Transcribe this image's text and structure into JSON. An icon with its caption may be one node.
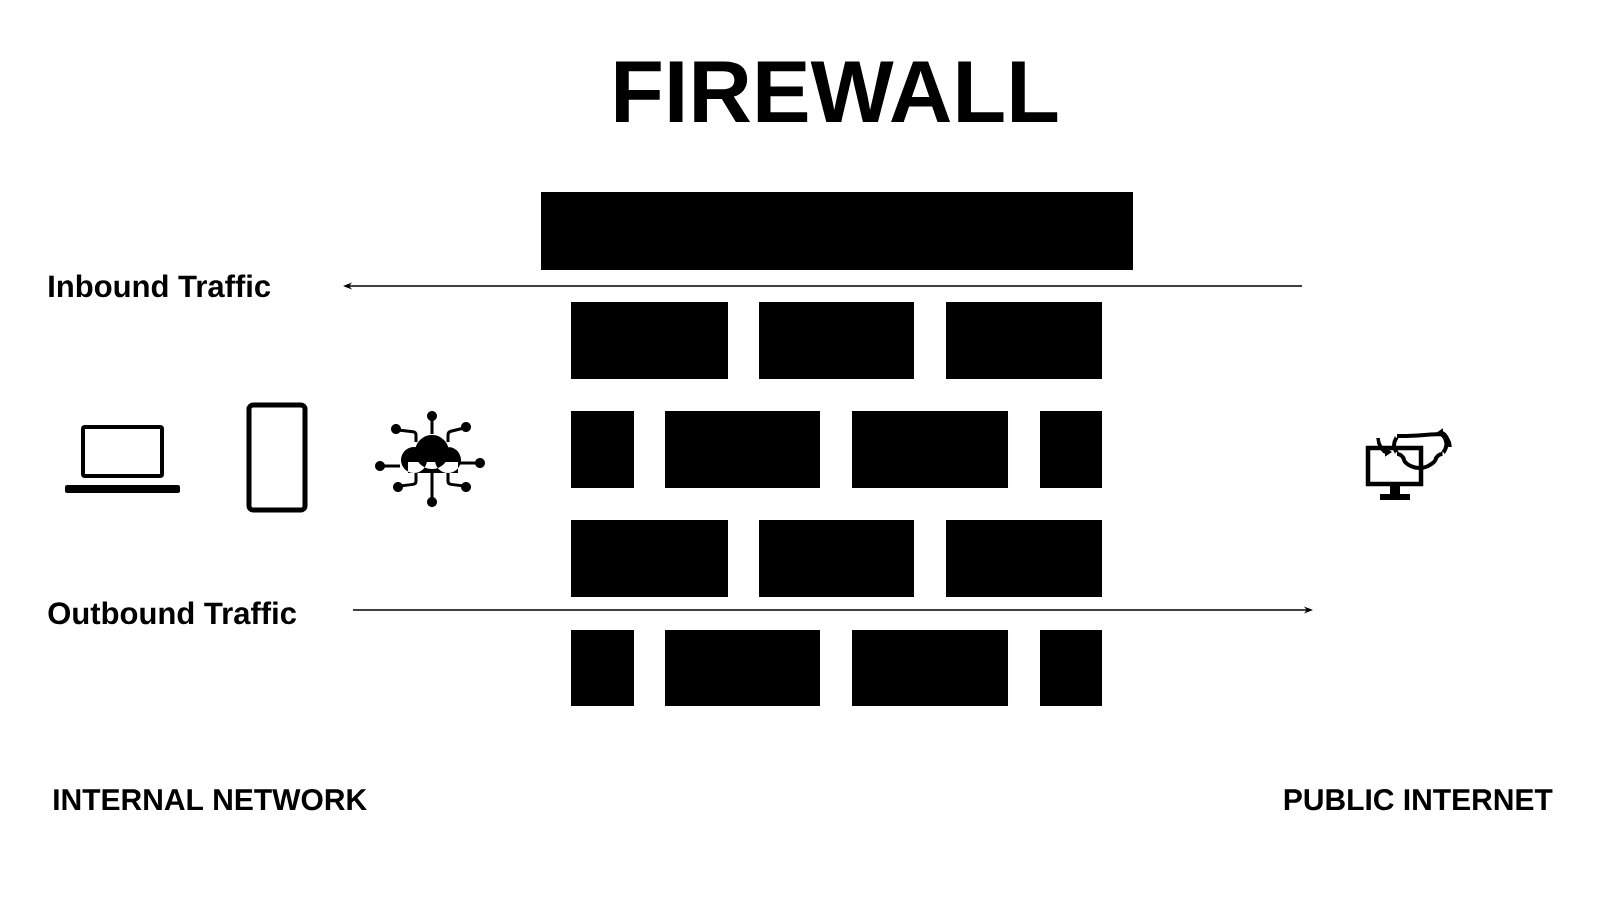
{
  "diagram": {
    "title": "FIREWALL",
    "labels": [
      "Inbound Traffic",
      "Outbound Traffic",
      "INTERNAL NETWORK",
      "PUBLIC INTERNET"
    ]
  }
}
